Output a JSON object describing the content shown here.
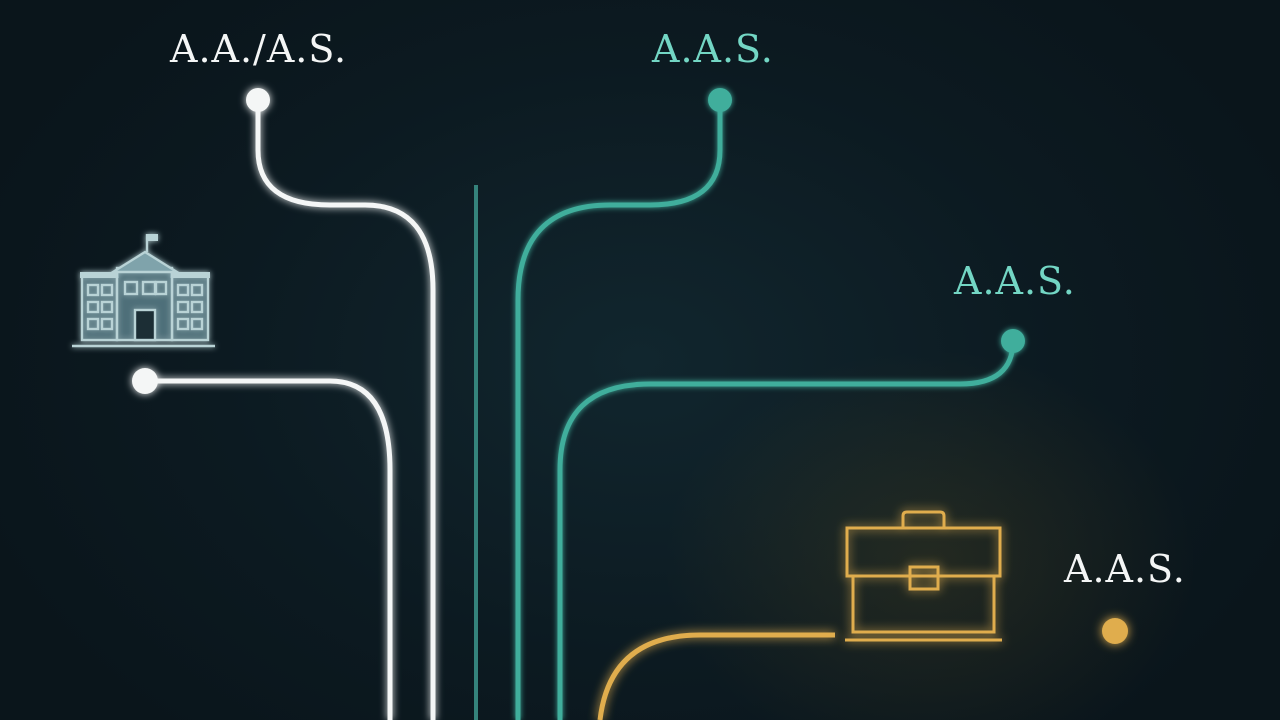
{
  "colors": {
    "background": "#0d1b22",
    "white_path": "#f4f6f6",
    "teal_path": "#3fae9c",
    "teal_text": "#73d6c4",
    "gold_path": "#e0ad4e",
    "building_icon": "#b9d3d6"
  },
  "labels": {
    "aa_as": "A.A./A.S.",
    "aas_top": "A.A.S.",
    "aas_middle": "A.A.S.",
    "aas_bottom": "A.A.S."
  },
  "icons": {
    "school": "school-building-icon",
    "work": "briefcase-icon"
  }
}
